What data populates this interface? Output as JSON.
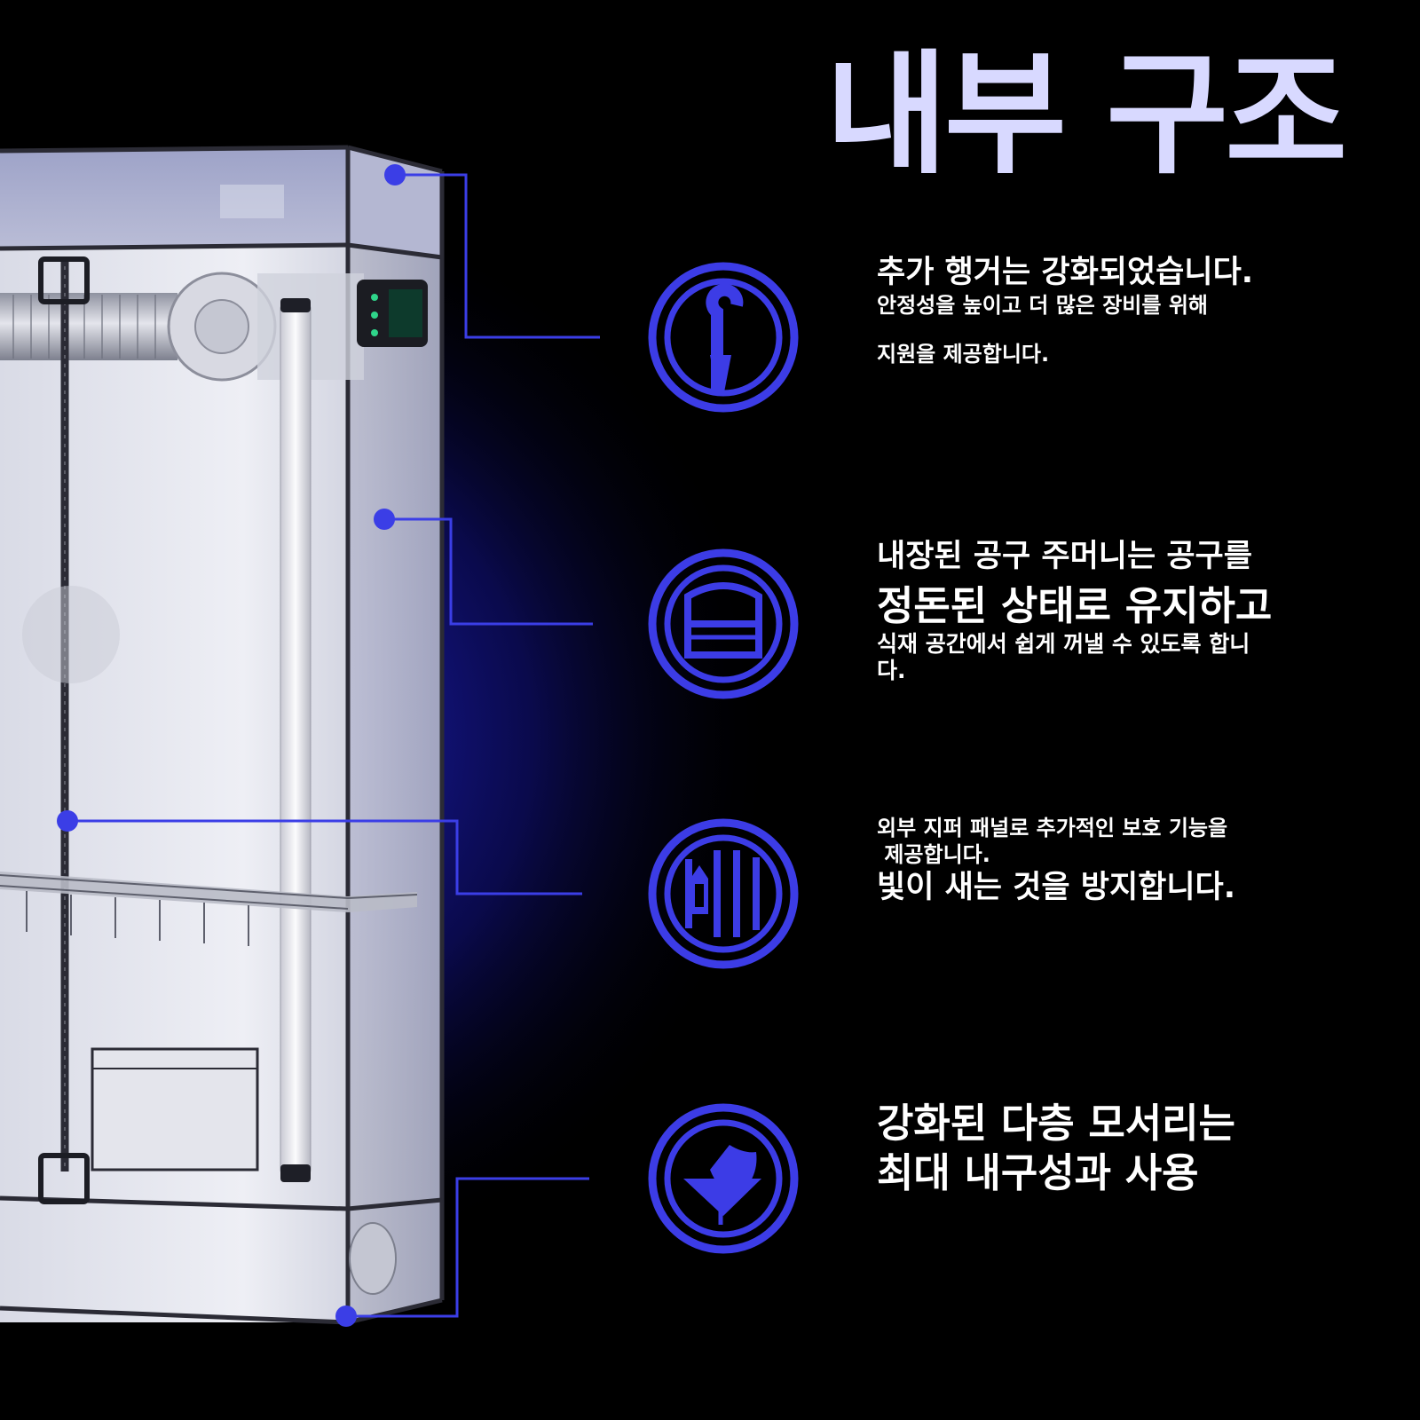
{
  "page": {
    "title": "내부 구조"
  },
  "features": [
    {
      "icon": "hanger-hook-icon",
      "lines": [
        "추가 행거는 강화되었습니다.",
        "안정성을 높이고 더 많은 장비를 위해",
        "지원을 제공합니다."
      ]
    },
    {
      "icon": "tool-pouch-icon",
      "lines": [
        "내장된 공구 주머니는 공구를",
        "정돈된 상태로 유지하고",
        "식재 공간에서 쉽게 꺼낼 수 있도록 합니",
        "다."
      ]
    },
    {
      "icon": "zipper-panel-icon",
      "lines": [
        "외부 지퍼 패널로 추가적인 보호 기능을",
        " 제공합니다.",
        "빛이 새는 것을 방지합니다."
      ]
    },
    {
      "icon": "reinforced-corner-shield-icon",
      "lines": [
        "강화된 다층 모서리는",
        "최대 내구성과 사용"
      ]
    }
  ],
  "colors": {
    "accent": "#3c3ce6",
    "title": "#d8d9ff",
    "text": "#ffffff",
    "background": "#000000"
  }
}
